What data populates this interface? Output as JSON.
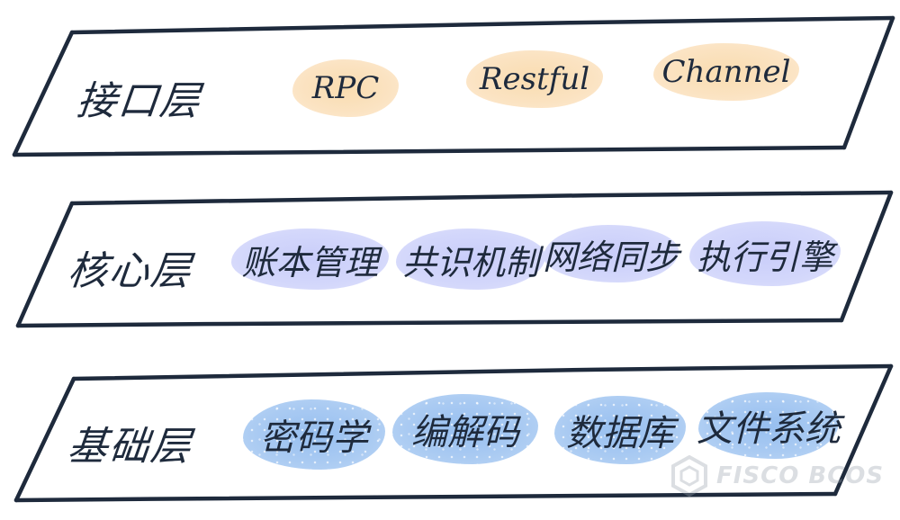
{
  "layers": [
    {
      "label": "接口层",
      "color": "#fbe3c2",
      "items": [
        "RPC",
        "Restful",
        "Channel"
      ]
    },
    {
      "label": "核心层",
      "color": "#d3d7fb",
      "items": [
        "账本管理",
        "共识机制",
        "网络同步",
        "执行引擎"
      ]
    },
    {
      "label": "基础层",
      "color": "#a9caf2",
      "items": [
        "密码学",
        "编解码",
        "数据库",
        "文件系统"
      ]
    }
  ],
  "watermark": {
    "text": "FISCO BCOS",
    "icon": "fisco-bcos-hexagon-logo-icon"
  },
  "colors": {
    "outline": "#1e2a3c",
    "text": "#1e2a3c"
  }
}
